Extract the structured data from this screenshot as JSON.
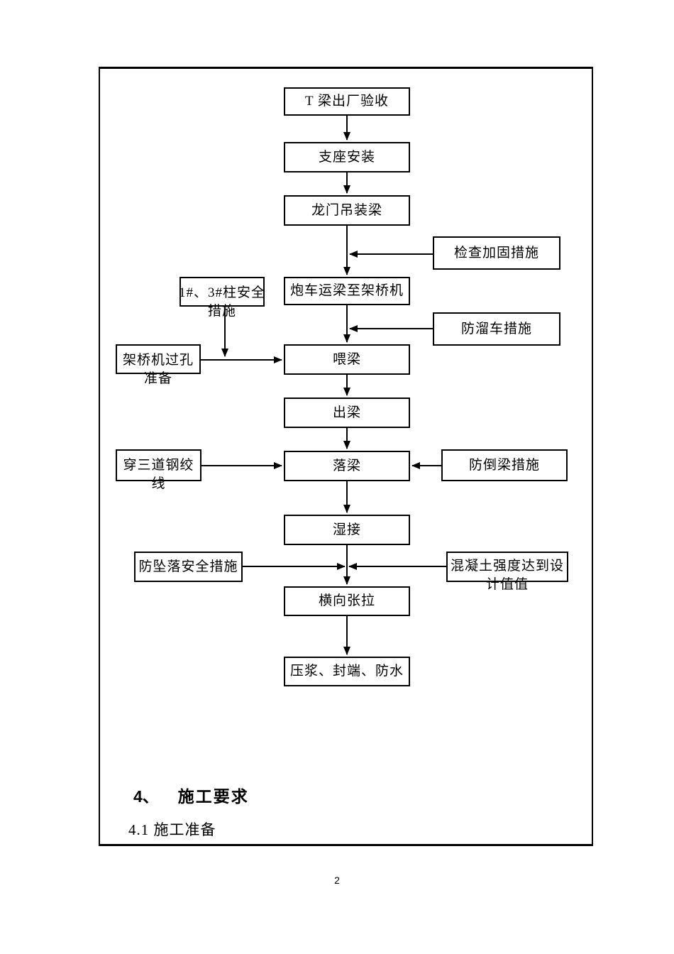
{
  "document": {
    "page_number": "2",
    "section_heading": {
      "number": "4、",
      "title": "施工要求"
    },
    "subsection_heading": "4.1 施工准备"
  },
  "colors": {
    "ink": "#000000",
    "paper": "#ffffff"
  },
  "flowchart": {
    "main_steps": [
      {
        "label": "T 梁出厂验收"
      },
      {
        "label": "支座安装"
      },
      {
        "label": "龙门吊装梁"
      },
      {
        "label": "炮车运梁至架桥机"
      },
      {
        "label": "喂梁"
      },
      {
        "label": "出梁"
      },
      {
        "label": "落梁"
      },
      {
        "label": "湿接"
      },
      {
        "label": "横向张拉"
      },
      {
        "label": "压浆、封端、防水"
      }
    ],
    "side_boxes": {
      "check_reinforcement": {
        "lines": [
          "检查加固措施"
        ]
      },
      "pillar_safety": {
        "lines": [
          "1#、3#柱安全",
          "措施"
        ]
      },
      "anti_rollaway": {
        "lines": [
          "防溜车措施"
        ]
      },
      "bridge_machine_pass": {
        "lines": [
          "架桥机过孔",
          "准备"
        ]
      },
      "strand_threading": {
        "lines": [
          "穿三道钢绞",
          "线"
        ]
      },
      "anti_overturn": {
        "lines": [
          "防倒梁措施"
        ]
      },
      "anti_fall": {
        "lines": [
          "防坠落安全措施"
        ]
      },
      "concrete_strength": {
        "lines": [
          "混凝土强度达到设",
          "计值值"
        ]
      }
    }
  }
}
